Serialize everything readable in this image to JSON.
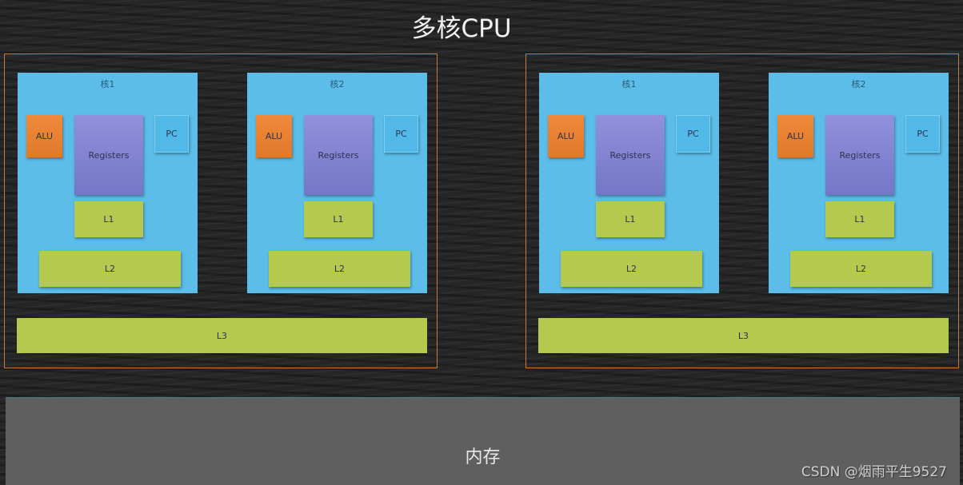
{
  "title": "多核CPU",
  "cpus": [
    {
      "cores": [
        {
          "title": "核1",
          "alu": "ALU",
          "registers": "Registers",
          "pc": "PC",
          "l1": "L1",
          "l2": "L2"
        },
        {
          "title": "核2",
          "alu": "ALU",
          "registers": "Registers",
          "pc": "PC",
          "l1": "L1",
          "l2": "L2"
        }
      ],
      "l3": "L3"
    },
    {
      "cores": [
        {
          "title": "核1",
          "alu": "ALU",
          "registers": "Registers",
          "pc": "PC",
          "l1": "L1",
          "l2": "L2"
        },
        {
          "title": "核2",
          "alu": "ALU",
          "registers": "Registers",
          "pc": "PC",
          "l1": "L1",
          "l2": "L2"
        }
      ],
      "l3": "L3"
    }
  ],
  "memory": "内存",
  "watermark": "CSDN @烟雨平生9527"
}
